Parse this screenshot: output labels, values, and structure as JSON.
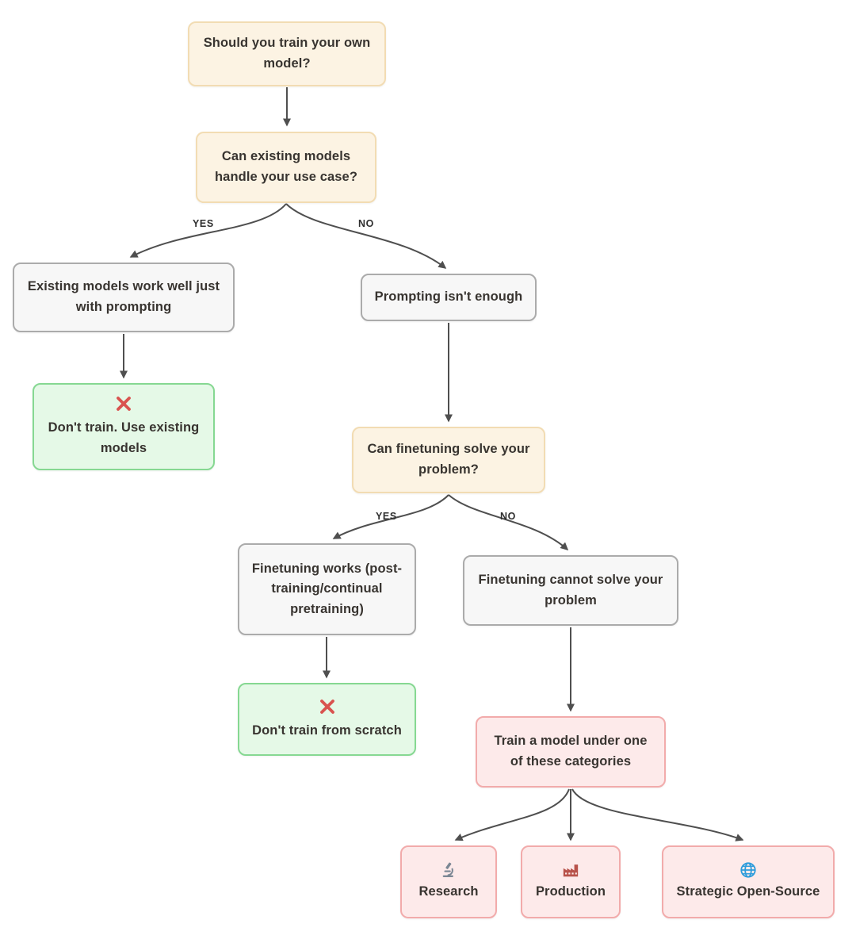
{
  "diagram": {
    "nodes": {
      "root": {
        "label": "Should you train your own model?"
      },
      "q_existing": {
        "label": "Can existing models handle your use case?"
      },
      "existing_ok": {
        "label": "Existing models work well just with prompting"
      },
      "prompting_not_enough": {
        "label": "Prompting isn't enough"
      },
      "dont_train": {
        "label": "Don't train. Use existing models",
        "icon": "x-mark"
      },
      "q_finetune": {
        "label": "Can finetuning solve your problem?"
      },
      "finetune_works": {
        "label": "Finetuning works (post-training/continual pretraining)"
      },
      "finetune_cannot": {
        "label": "Finetuning cannot solve your problem"
      },
      "dont_train_scratch": {
        "label": "Don't train from scratch",
        "icon": "x-mark"
      },
      "train_categories": {
        "label": "Train a model under one of these categories"
      },
      "research": {
        "label": "Research",
        "icon": "microscope"
      },
      "production": {
        "label": "Production",
        "icon": "factory"
      },
      "open_source": {
        "label": "Strategic Open-Source",
        "icon": "globe"
      }
    },
    "edge_labels": {
      "q_existing_yes": "YES",
      "q_existing_no": "NO",
      "q_finetune_yes": "YES",
      "q_finetune_no": "NO"
    },
    "colors": {
      "question_fill": "#fcf3e3",
      "question_border": "#f2dcb3",
      "neutral_fill": "#f7f7f7",
      "neutral_border": "#ababab",
      "stop_fill": "#e5f9e7",
      "stop_border": "#86d892",
      "category_fill": "#fdeaea",
      "category_border": "#f2abab",
      "arrow": "#4f4f4f",
      "x_mark": "#d9534f",
      "globe_icon": "#2d9cdb",
      "microscope_icon": "#7b8794",
      "factory_icon": "#b8524a"
    }
  }
}
